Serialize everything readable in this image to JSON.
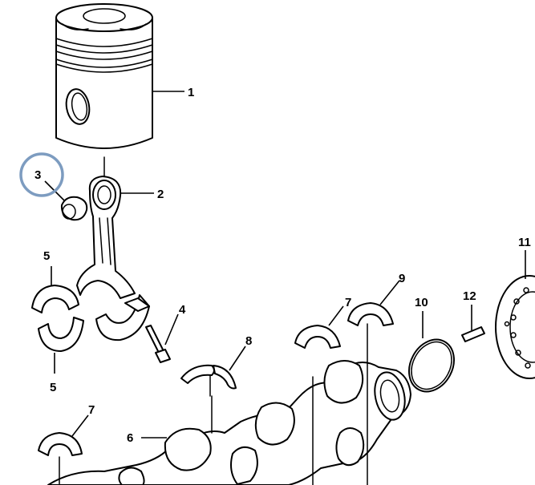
{
  "labels": {
    "l1": "1",
    "l2": "2",
    "l3": "3",
    "l4": "4",
    "l5a": "5",
    "l5b": "5",
    "l6": "6",
    "l7a": "7",
    "l7b": "7",
    "l8": "8",
    "l9": "9",
    "l10": "10",
    "l11": "11",
    "l12": "12"
  },
  "colors": {
    "highlight": "#7d9cc0"
  }
}
